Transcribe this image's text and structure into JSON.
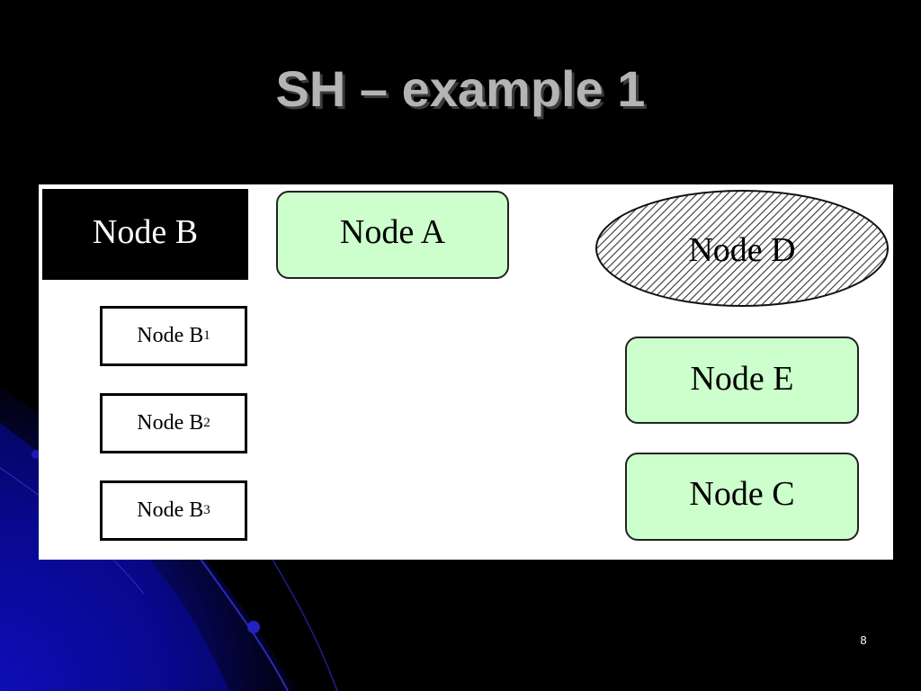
{
  "slide": {
    "title": "SH – example 1",
    "page_number": "8"
  },
  "colors": {
    "background": "#000000",
    "title_text": "#b4b4b4",
    "panel": "#ffffff",
    "node_fill_green": "#ccffcc",
    "node_b_fill": "#000000",
    "accent_blue": "#0a0ab4"
  },
  "diagram": {
    "node_b": {
      "label": "Node B"
    },
    "node_a": {
      "label": "Node A"
    },
    "node_d": {
      "label": "Node D",
      "fill": "hatched"
    },
    "node_e": {
      "label": "Node E"
    },
    "node_c": {
      "label": "Node C"
    },
    "node_b1": {
      "label": "Node B",
      "subscript": "1"
    },
    "node_b2": {
      "label": "Node B",
      "subscript": "2"
    },
    "node_b3": {
      "label": "Node B",
      "subscript": "3"
    }
  }
}
